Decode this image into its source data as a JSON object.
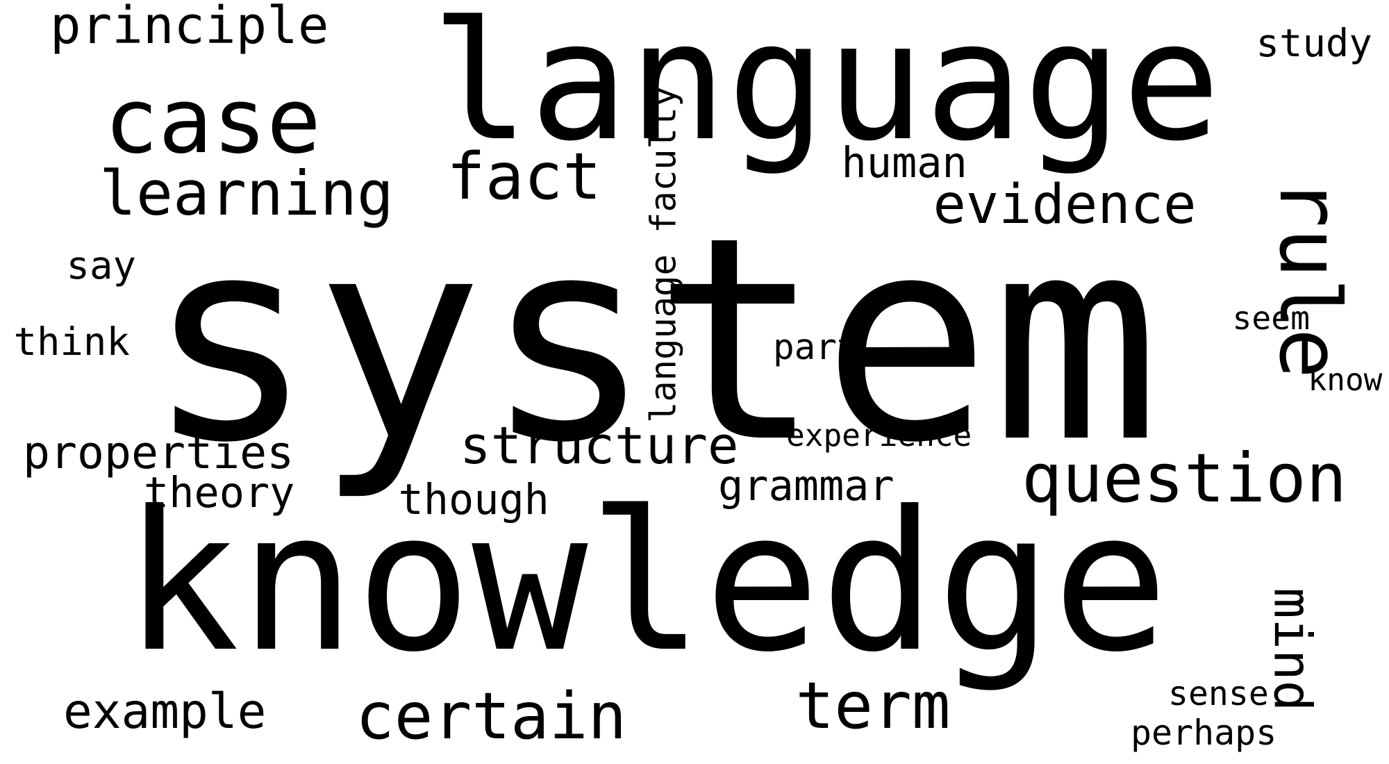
{
  "background": "#ffffff",
  "color": "#000000",
  "words": [
    {
      "text": "system",
      "orientation": "horizontal"
    },
    {
      "text": "knowledge",
      "orientation": "horizontal"
    },
    {
      "text": "language",
      "orientation": "horizontal"
    },
    {
      "text": "case",
      "orientation": "horizontal"
    },
    {
      "text": "rule",
      "orientation": "vertical"
    },
    {
      "text": "question",
      "orientation": "horizontal"
    },
    {
      "text": "fact",
      "orientation": "horizontal"
    },
    {
      "text": "term",
      "orientation": "horizontal"
    },
    {
      "text": "certain",
      "orientation": "horizontal"
    },
    {
      "text": "evidence",
      "orientation": "horizontal"
    },
    {
      "text": "learning",
      "orientation": "horizontal"
    },
    {
      "text": "structure",
      "orientation": "horizontal"
    },
    {
      "text": "principle",
      "orientation": "horizontal"
    },
    {
      "text": "example",
      "orientation": "horizontal"
    },
    {
      "text": "mind",
      "orientation": "vertical"
    },
    {
      "text": "properties",
      "orientation": "horizontal"
    },
    {
      "text": "theory",
      "orientation": "horizontal"
    },
    {
      "text": "grammar",
      "orientation": "horizontal"
    },
    {
      "text": "though",
      "orientation": "horizontal"
    },
    {
      "text": "human",
      "orientation": "horizontal"
    },
    {
      "text": "study",
      "orientation": "horizontal"
    },
    {
      "text": "think",
      "orientation": "horizontal"
    },
    {
      "text": "language faculty",
      "orientation": "vertical"
    },
    {
      "text": "say",
      "orientation": "horizontal"
    },
    {
      "text": "experience",
      "orientation": "horizontal"
    },
    {
      "text": "part",
      "orientation": "horizontal"
    },
    {
      "text": "seem",
      "orientation": "horizontal"
    },
    {
      "text": "sense",
      "orientation": "horizontal"
    },
    {
      "text": "perhaps",
      "orientation": "horizontal"
    },
    {
      "text": "know",
      "orientation": "horizontal"
    }
  ]
}
